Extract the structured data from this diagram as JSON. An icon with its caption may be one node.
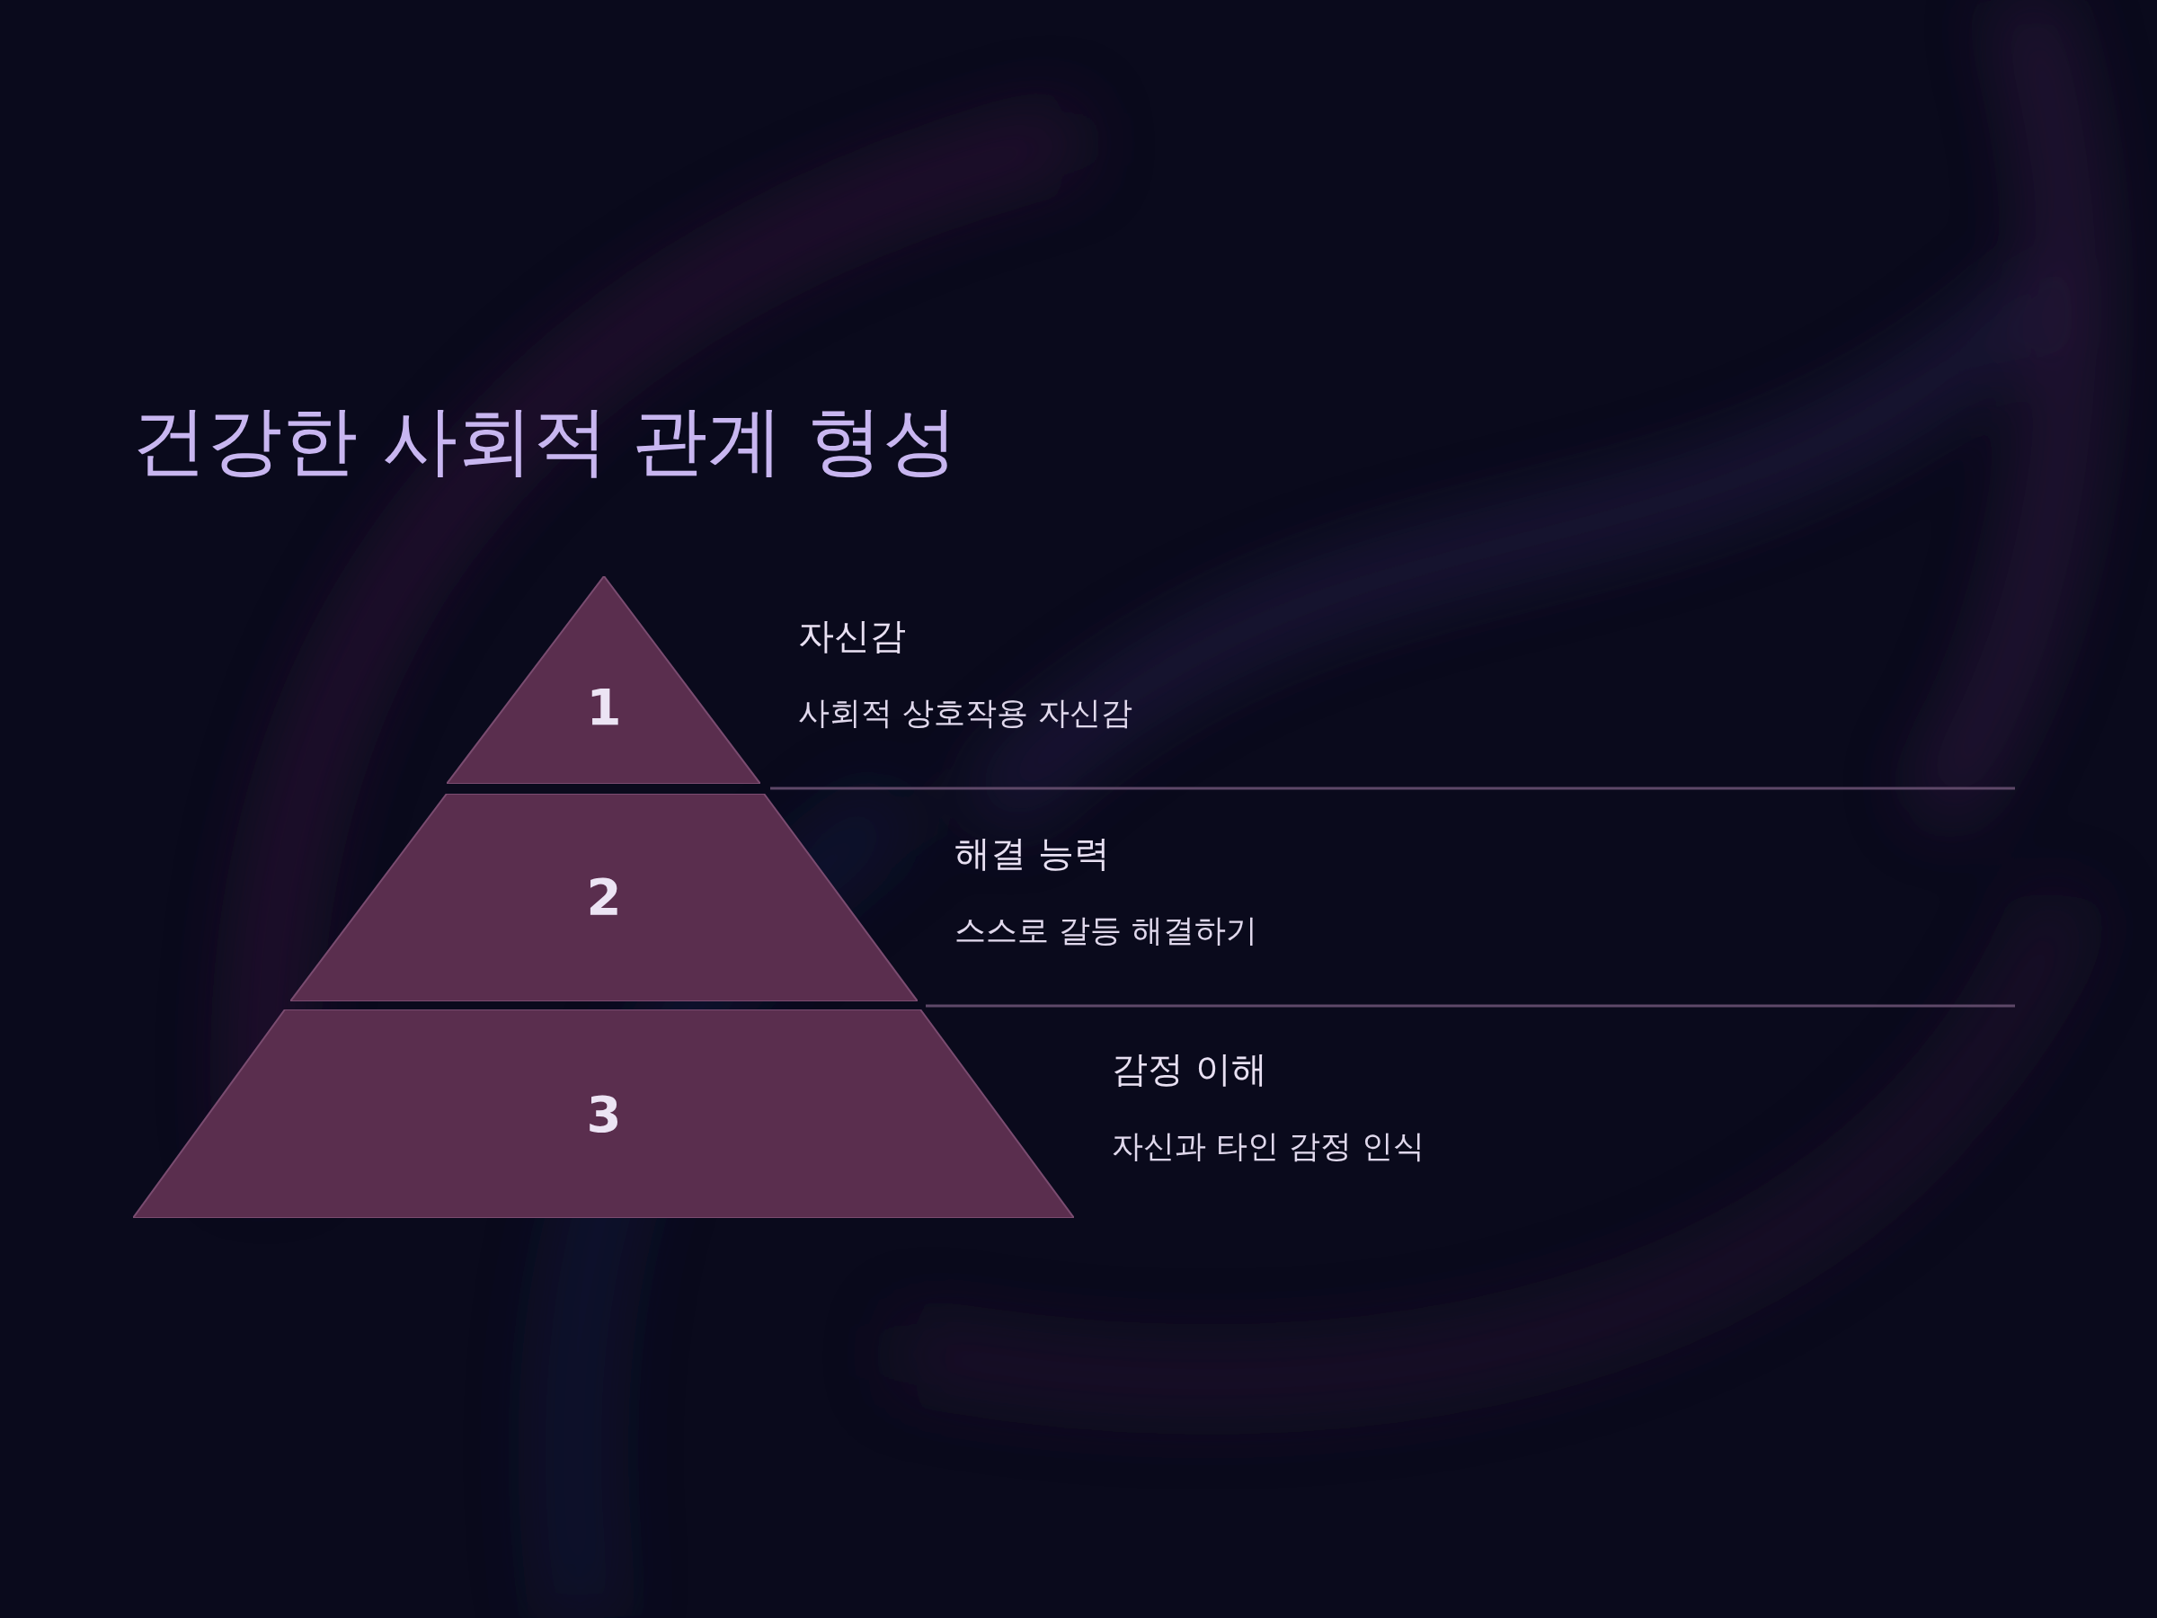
{
  "diagram": {
    "title": "건강한 사회적 관계 형성",
    "nodes": [
      {
        "text": [
          "1"
        ],
        "beside": [
          "자신감",
          "사회적 상호작용 자신감"
        ]
      },
      {
        "text": [
          "2"
        ],
        "beside": [
          "해결 능력",
          "스스로 갈등 해결하기"
        ]
      },
      {
        "text": [
          "3"
        ],
        "beside": [
          "감정 이해",
          "자신과 타인 감정 인식"
        ]
      }
    ]
  }
}
